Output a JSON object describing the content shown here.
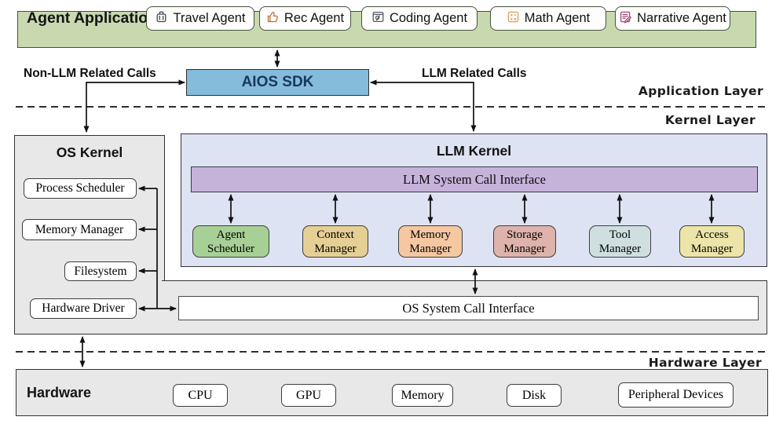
{
  "agent_bar": {
    "title": "Agent Applications",
    "agents": [
      {
        "label": "Travel Agent",
        "icon": "luggage-icon"
      },
      {
        "label": "Rec Agent",
        "icon": "thumbs-up-icon"
      },
      {
        "label": "Coding Agent",
        "icon": "code-window-icon"
      },
      {
        "label": "Math Agent",
        "icon": "calculator-icon"
      },
      {
        "label": "Narrative Agent",
        "icon": "document-pen-icon"
      }
    ]
  },
  "sdk": {
    "label": "AIOS SDK",
    "color": "#85bbdb"
  },
  "calls": {
    "non_llm": "Non-LLM Related Calls",
    "llm": "LLM Related Calls"
  },
  "layers": {
    "application": "Application Layer",
    "kernel": "Kernel Layer",
    "hardware": "Hardware Layer"
  },
  "os_kernel": {
    "title": "OS Kernel",
    "modules": [
      "Process Scheduler",
      "Memory Manager",
      "Filesystem",
      "Hardware Driver"
    ]
  },
  "llm_kernel": {
    "title": "LLM Kernel",
    "interface_label": "LLM System Call Interface",
    "interface_color": "#c6b3da",
    "panel_color": "#dee3f4",
    "managers": [
      {
        "line1": "Agent",
        "line2": "Scheduler",
        "color": "#a7d096"
      },
      {
        "line1": "Context",
        "line2": "Manager",
        "color": "#e5cf95"
      },
      {
        "line1": "Memory",
        "line2": "Manager",
        "color": "#f5c8a2"
      },
      {
        "line1": "Storage",
        "line2": "Manager",
        "color": "#ddb3ab"
      },
      {
        "line1": "Tool",
        "line2": "Manager",
        "color": "#cfdfdf"
      },
      {
        "line1": "Access",
        "line2": "Manager",
        "color": "#ece4a9"
      }
    ]
  },
  "os_interface": {
    "label": "OS System Call Interface"
  },
  "hardware": {
    "title": "Hardware",
    "components": [
      "CPU",
      "GPU",
      "Memory",
      "Disk",
      "Peripheral Devices"
    ]
  },
  "colors": {
    "agent_bar_green": "#c8d9b0",
    "gray_panel": "#e8e8e8",
    "wire_black": "#111111"
  }
}
